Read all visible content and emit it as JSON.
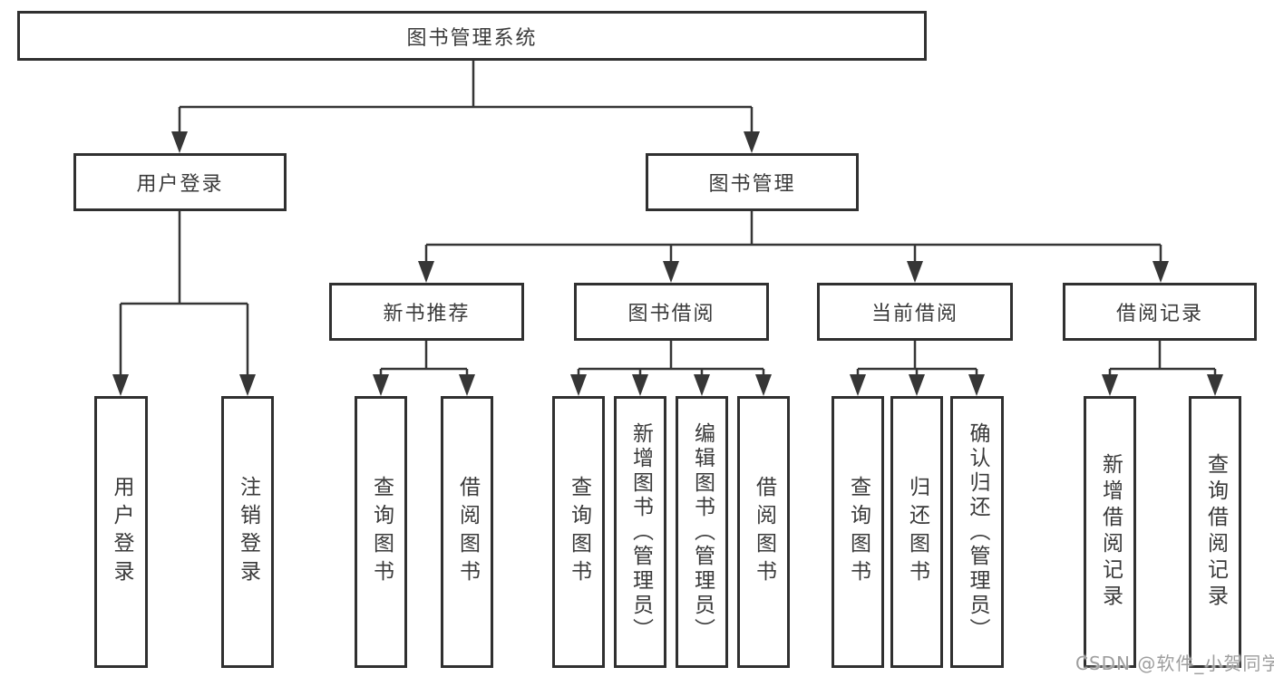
{
  "tree": {
    "label": "图书管理系统",
    "children": [
      {
        "label": "用户登录",
        "children": [
          {
            "label": "用户登录"
          },
          {
            "label": "注销登录"
          }
        ]
      },
      {
        "label": "图书管理",
        "children": [
          {
            "label": "新书推荐",
            "children": [
              {
                "label": "查询图书"
              },
              {
                "label": "借阅图书"
              }
            ]
          },
          {
            "label": "图书借阅",
            "children": [
              {
                "label": "查询图书"
              },
              {
                "label": "新增图书（管理员）"
              },
              {
                "label": "编辑图书（管理员）"
              },
              {
                "label": "借阅图书"
              }
            ]
          },
          {
            "label": "当前借阅",
            "children": [
              {
                "label": "查询图书"
              },
              {
                "label": "归还图书"
              },
              {
                "label": "确认归还（管理员）"
              }
            ]
          },
          {
            "label": "借阅记录",
            "children": [
              {
                "label": "新增借阅记录"
              },
              {
                "label": "查询借阅记录"
              }
            ]
          }
        ]
      }
    ]
  },
  "watermark": {
    "text": "CSDN @软件_小贺同学"
  },
  "colors": {
    "line": "#363636",
    "box_border": "#303030",
    "text": "#3a3a3a",
    "watermark": "#9e9e9e",
    "background": "#ffffff"
  }
}
